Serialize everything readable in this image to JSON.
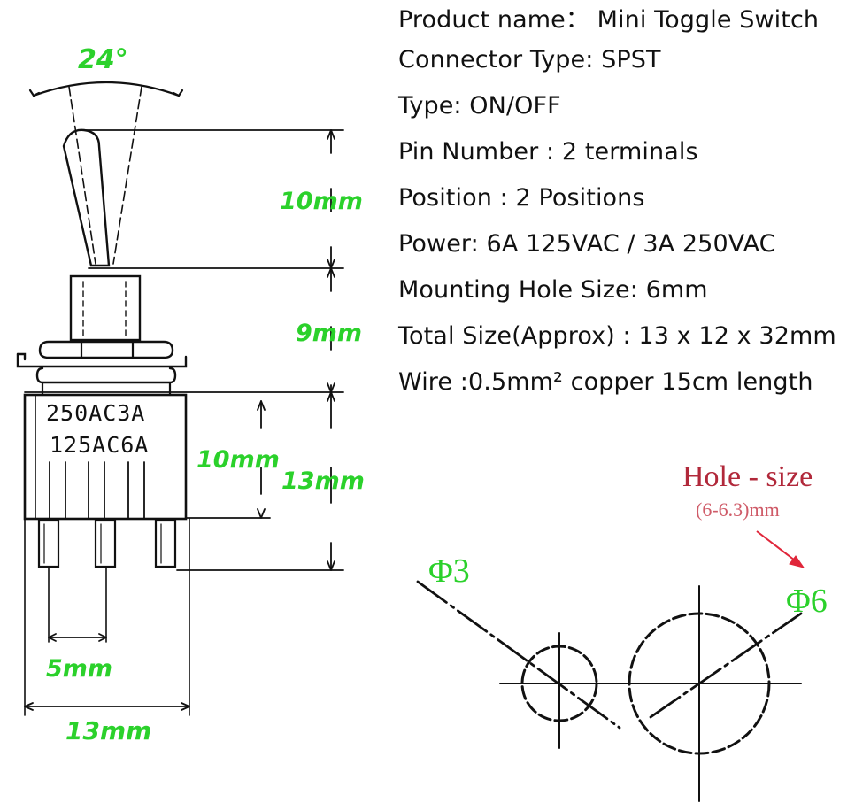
{
  "specs": {
    "product_name": "Product name：  Mini Toggle Switch",
    "connector_type": "Connector Type: SPST",
    "type": "Type: ON/OFF",
    "pin_number": "Pin Number : 2 terminals",
    "position": "Position : 2 Positions",
    "power": "Power: 6A 125VAC / 3A 250VAC",
    "mounting_hole": "Mounting Hole Size: 6mm",
    "total_size": "Total Size(Approx) : 13 x 12 x 32mm",
    "wire": "Wire :0.5mm² copper 15cm length"
  },
  "drawing": {
    "angle_label": "24°",
    "lever_height": "10mm",
    "bushing_height": "9mm",
    "body_height_inner": "10mm",
    "body_height_outer": "13mm",
    "pin_spacing": "5mm",
    "body_width": "13mm",
    "stamp_line1": "250AC3A",
    "stamp_line2": "125AC6A"
  },
  "hole_diagram": {
    "title": "Hole - size",
    "subtitle": "(6-6.3)mm",
    "small_hole_label": "Φ3",
    "large_hole_label": "Φ6"
  },
  "colors": {
    "dimension_green": "#2bd12b",
    "hole_title_red": "#b1283a",
    "arrow_red": "#e0263a",
    "line_black": "#111111"
  }
}
